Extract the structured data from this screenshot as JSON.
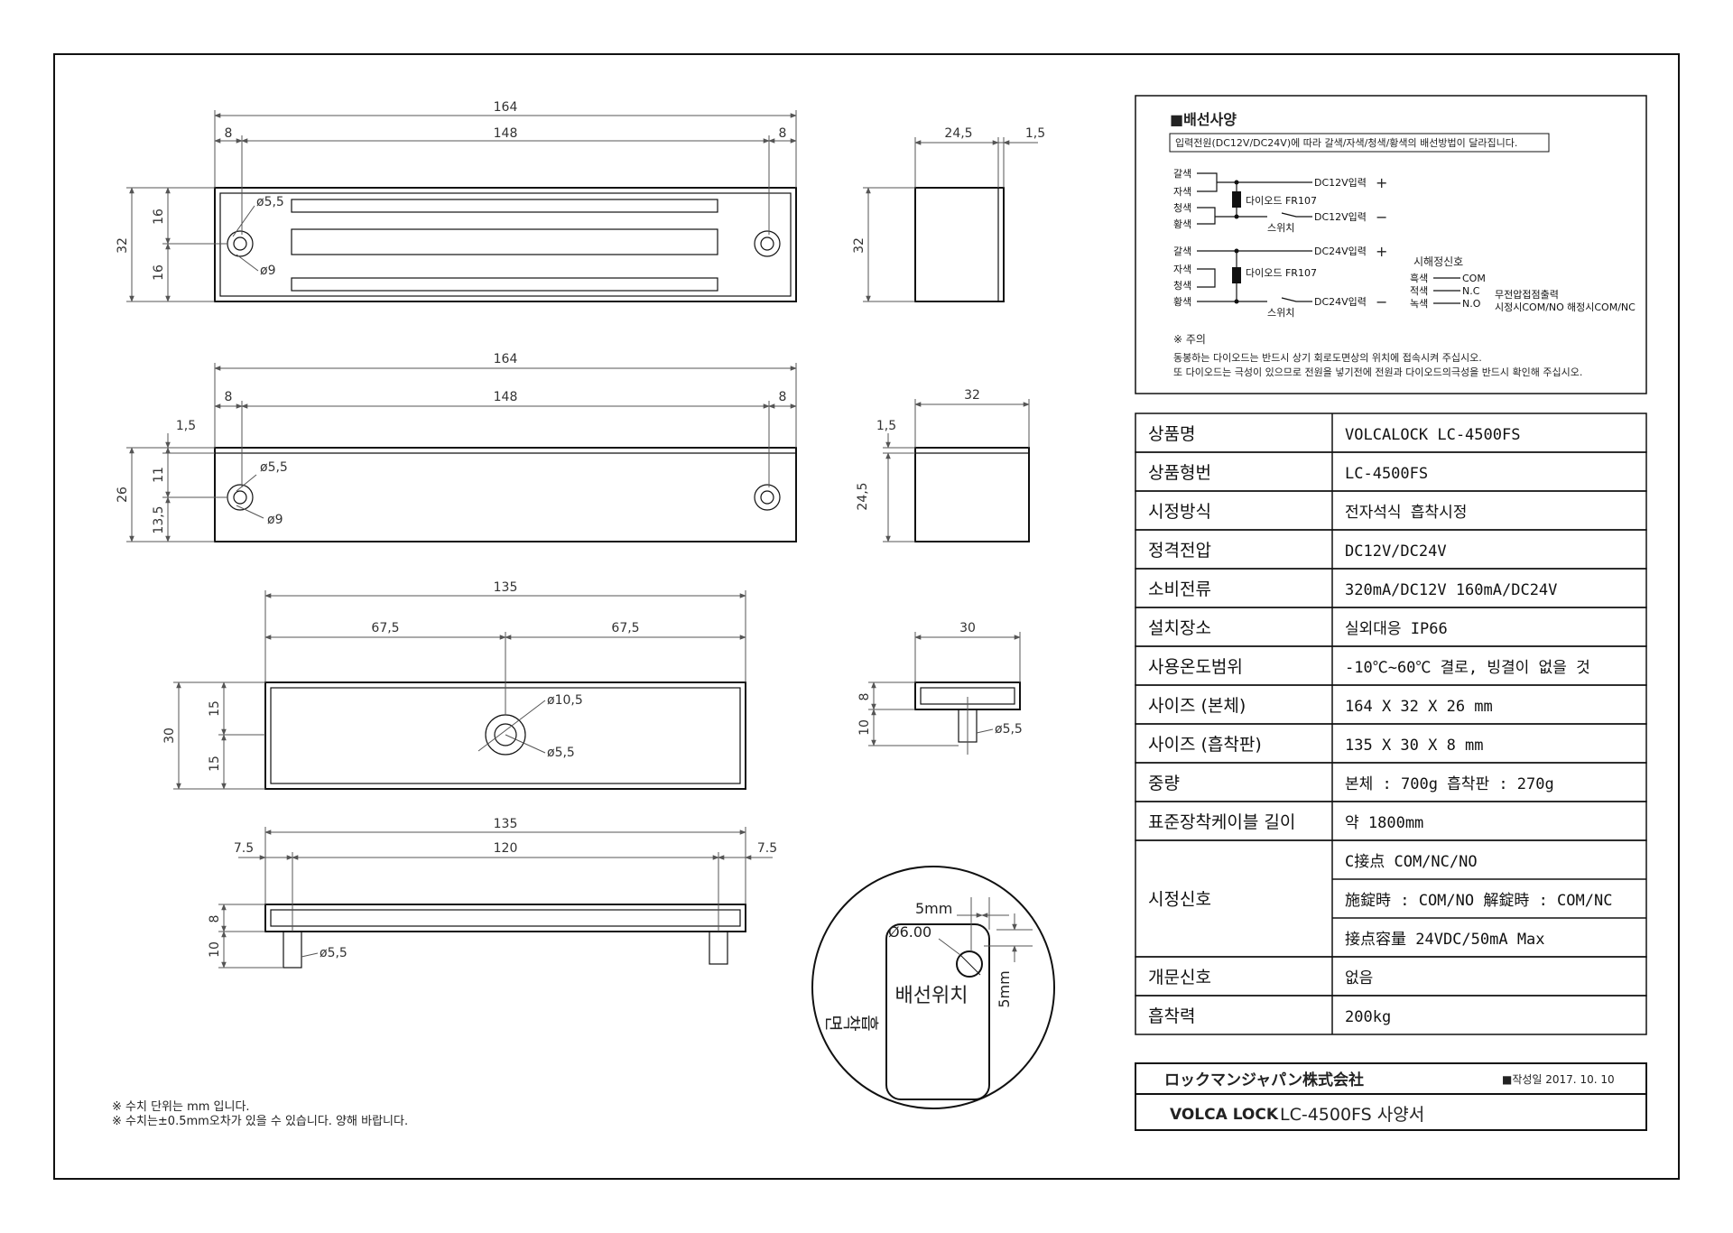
{
  "dimensions": {
    "top_view": {
      "total": "164",
      "left": "8",
      "middle": "148",
      "right": "8",
      "height": "32",
      "half_top": "16",
      "half_bottom": "16",
      "hole_small": "ø5,5",
      "hole_large": "ø9"
    },
    "side_view_top": {
      "width": "24,5",
      "lip": "1,5",
      "height": "32"
    },
    "front_view": {
      "total": "164",
      "left": "8",
      "middle": "148",
      "right": "8",
      "top_lip": "1,5",
      "height": "26",
      "upper": "11",
      "lower": "13,5",
      "hole_small": "ø5,5",
      "hole_large": "ø9"
    },
    "side_view_front": {
      "width": "32",
      "lip": "1,5",
      "height": "24,5"
    },
    "plate_top": {
      "total": "135",
      "left_half": "67,5",
      "right_half": "67,5",
      "height": "30",
      "upper": "15",
      "lower": "15",
      "hole_outer": "ø10,5",
      "hole_inner": "ø5,5"
    },
    "plate_side": {
      "width": "30",
      "upper": "8",
      "lower": "10",
      "pin": "ø5,5"
    },
    "plate_front": {
      "total": "135",
      "left": "7.5",
      "middle": "120",
      "right": "7.5",
      "upper": "8",
      "lower": "10",
      "pin": "ø5,5"
    }
  },
  "detail_circle": {
    "offset_x": "5mm",
    "hole": "Ø6.00",
    "offset_y": "5mm",
    "face_label": "흡착면",
    "wiring_label": "배선위치"
  },
  "notes": [
    "※ 수치 단위는 mm 입니다.",
    "※ 수치는±0.5mm오차가 있을 수 있습니다. 양해 바랍니다."
  ],
  "wiring": {
    "title": "■배선사양",
    "intro": "입력전원(DC12V/DC24V)에 따라 갈색/자색/청색/황색의 배선방법이 달라집니다.",
    "c12": {
      "brown": "갈색",
      "purple": "자색",
      "blue": "청색",
      "yellow": "황색",
      "plus": "DC12V입력",
      "diode": "다이오드 FR107",
      "minus": "DC12V입력",
      "switch": "스위치"
    },
    "c24": {
      "brown": "갈색",
      "purple": "자색",
      "blue": "청색",
      "yellow": "황색",
      "plus": "DC24V입력",
      "diode": "다이오드 FR107",
      "minus": "DC24V입력",
      "switch": "스위치"
    },
    "plus_sign": "+",
    "minus_sign": "−",
    "signal": {
      "title": "시해정신호",
      "black": "흑색",
      "red": "적색",
      "green": "녹색",
      "com": "COM",
      "nc": "N.C",
      "no": "N.O",
      "contact": "무전압접점출력",
      "lock": "시정시COM/NO",
      "unlock": "해정시COM/NC"
    },
    "caution_title": "※ 주의",
    "caution_1": "동봉하는 다이오드는 반드시 상기 회로도면상의 위치에 접속시켜 주십시오.",
    "caution_2": "또 다이오드는 극성이 있으므로 전원을 넣기전에 전원과 다이오드의극성을 반드시 확인해 주십시오."
  },
  "spec_table": [
    {
      "label": "상품명",
      "value": "VOLCALOCK  LC-4500FS"
    },
    {
      "label": "상품형번",
      "value": "LC-4500FS"
    },
    {
      "label": "시정방식",
      "value": "전자석식 흡착시정"
    },
    {
      "label": "정격전압",
      "value": "DC12V/DC24V"
    },
    {
      "label": "소비전류",
      "value": "320mA/DC12V  160mA/DC24V"
    },
    {
      "label": "설치장소",
      "value": "실외대응 IP66"
    },
    {
      "label": "사용온도범위",
      "value": "-10℃~60℃ 결로, 빙결이 없을 것"
    },
    {
      "label": "사이즈 (본체)",
      "value": "164 X 32 X 26 mm"
    },
    {
      "label": "사이즈 (흡착판)",
      "value": "135 X 30 X 8 mm"
    },
    {
      "label": "중량",
      "value": "본체 : 700g  흡착판 : 270g"
    },
    {
      "label": "표준장착케이블 길이",
      "value": "약 1800mm"
    }
  ],
  "signal_rows": {
    "label": "시정신호",
    "values": [
      "C接点 COM/NC/NO",
      "施錠時 : COM/NO  解錠時 : COM/NC",
      "接点容量  24VDC/50mA Max"
    ]
  },
  "tail_rows": [
    {
      "label": "개문신호",
      "value": "없음"
    },
    {
      "label": "흡착력",
      "value": "200kg"
    }
  ],
  "title_block": {
    "company": "ロックマンジャパン株式会社",
    "date": "■작성일 2017. 10. 10",
    "logo": "VOLCA LOCK",
    "doc_title": "LC-4500FS 사양서"
  }
}
